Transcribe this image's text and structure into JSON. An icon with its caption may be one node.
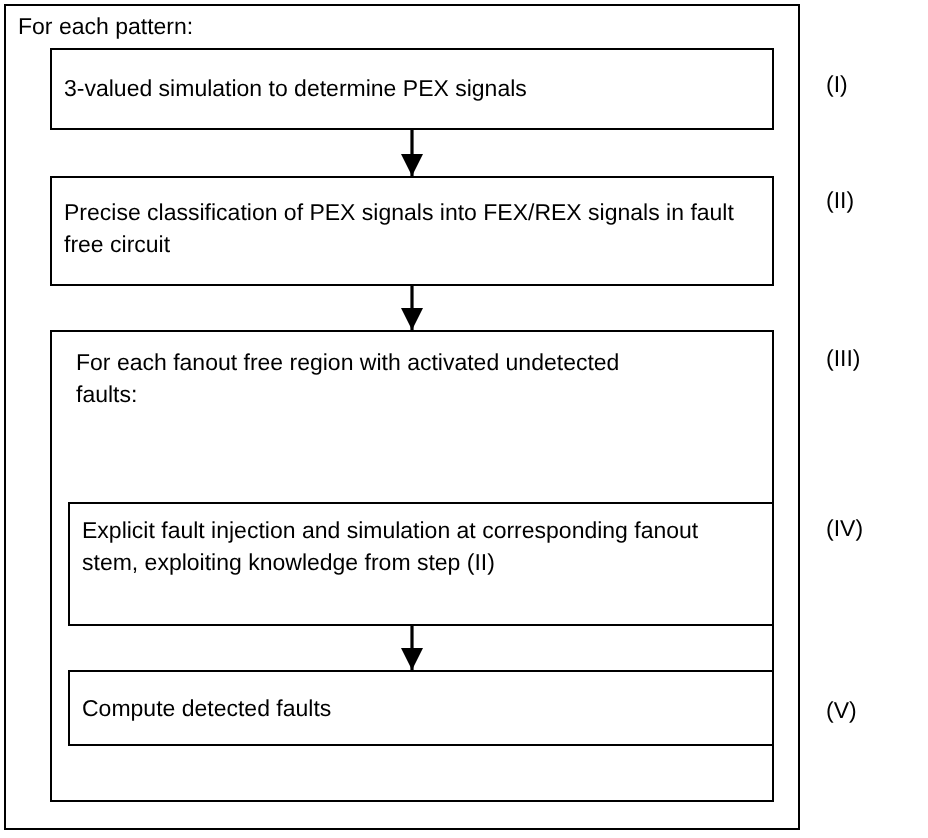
{
  "diagram": {
    "nodes": [
      {
        "text": [
          "For each pattern:"
        ]
      },
      {
        "text": [
          "3-valued simulation to determine PEX signals"
        ],
        "in": 0,
        "beside": [
          "(I)"
        ]
      },
      {
        "text": [
          "Precise classification of PEX signals into FEX/REX signals in fault free circuit"
        ],
        "in": 0,
        "beside": [
          "(II)"
        ]
      },
      {
        "text": [
          "For each fanout free region with activated undetected faults:"
        ],
        "in": 0,
        "beside": [
          "(III)"
        ]
      },
      {
        "text": [
          "Explicit fault injection and simulation at corresponding fanout stem, exploiting knowledge from step (II)"
        ],
        "in": 3,
        "beside": [
          "(IV)"
        ]
      },
      {
        "text": [
          "Compute detected faults"
        ],
        "in": 3,
        "beside": [
          "(V)"
        ]
      }
    ],
    "edges": [
      {
        "from": 1,
        "to": 2,
        "arrow": "to"
      },
      {
        "from": 2,
        "to": 3,
        "arrow": "to"
      },
      {
        "from": 4,
        "to": 5,
        "arrow": "to"
      }
    ]
  }
}
